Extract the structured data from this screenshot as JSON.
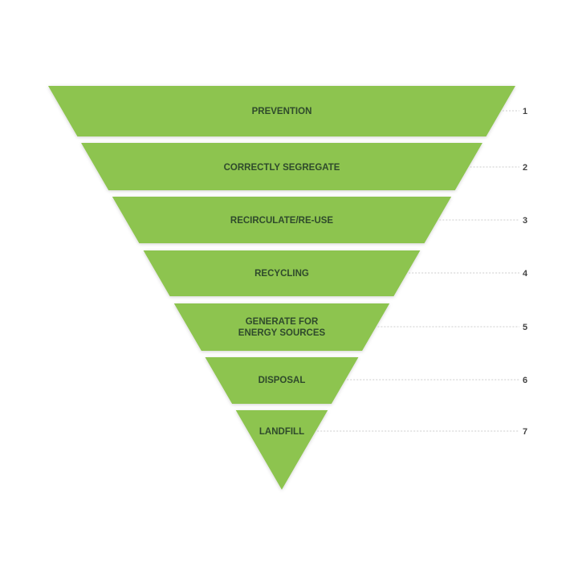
{
  "title": "Waste hierarchy",
  "colors": {
    "band": "#8dc44f",
    "text": "#2f4a2c",
    "leader": "#cccccc",
    "number": "#444444"
  },
  "levels": [
    {
      "number": "1",
      "lines": [
        "PREVENTION"
      ]
    },
    {
      "number": "2",
      "lines": [
        "CORRECTLY SEGREGATE"
      ]
    },
    {
      "number": "3",
      "lines": [
        "RECIRCULATE/RE-USE"
      ]
    },
    {
      "number": "4",
      "lines": [
        "RECYCLING"
      ]
    },
    {
      "number": "5",
      "lines": [
        "GENERATE FOR",
        "ENERGY SOURCES"
      ]
    },
    {
      "number": "6",
      "lines": [
        "DISPOSAL"
      ]
    },
    {
      "number": "7",
      "lines": [
        "LANDFILL"
      ]
    }
  ]
}
